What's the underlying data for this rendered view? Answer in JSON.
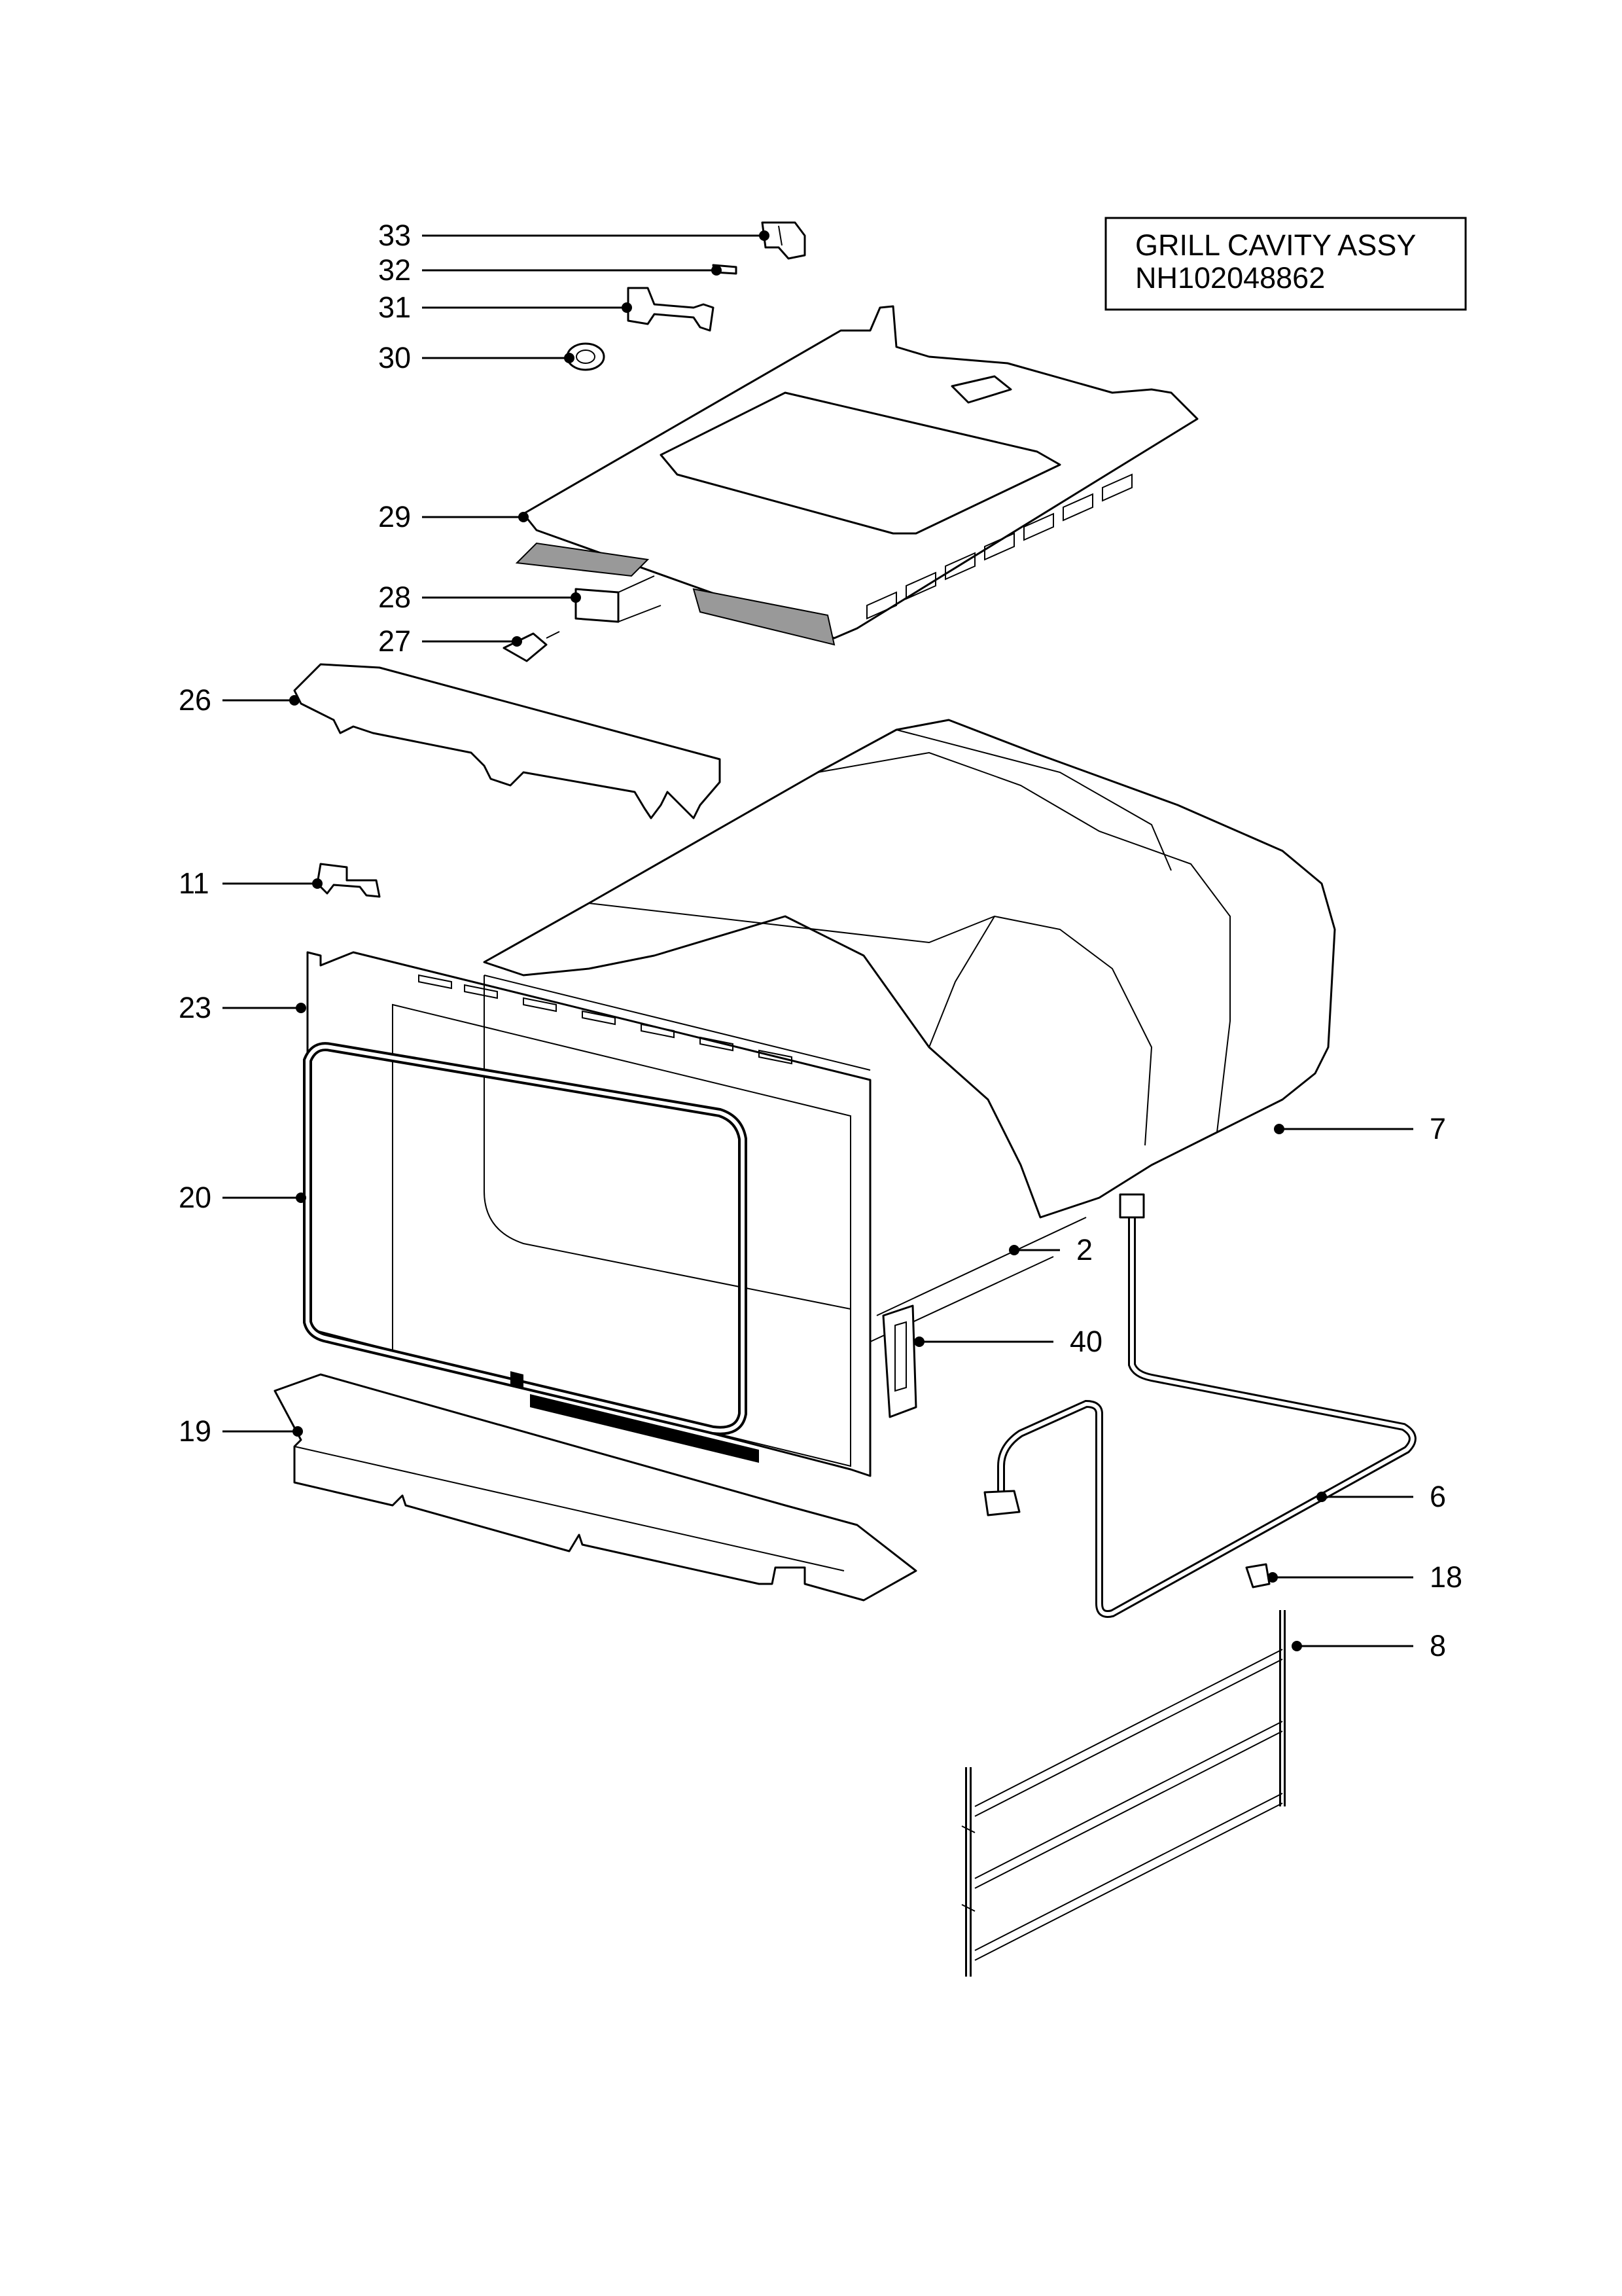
{
  "title_box": {
    "line1": "GRILL CAVITY ASSY",
    "line2": "NH102048862"
  },
  "callouts": [
    {
      "id": "33",
      "label": "33"
    },
    {
      "id": "32",
      "label": "32"
    },
    {
      "id": "31",
      "label": "31"
    },
    {
      "id": "30",
      "label": "30"
    },
    {
      "id": "29",
      "label": "29"
    },
    {
      "id": "28",
      "label": "28"
    },
    {
      "id": "27",
      "label": "27"
    },
    {
      "id": "26",
      "label": "26"
    },
    {
      "id": "11",
      "label": "11"
    },
    {
      "id": "23",
      "label": "23"
    },
    {
      "id": "20",
      "label": "20"
    },
    {
      "id": "19",
      "label": "19"
    },
    {
      "id": "7",
      "label": "7"
    },
    {
      "id": "2",
      "label": "2"
    },
    {
      "id": "40",
      "label": "40"
    },
    {
      "id": "6",
      "label": "6"
    },
    {
      "id": "18",
      "label": "18"
    },
    {
      "id": "8",
      "label": "8"
    }
  ]
}
